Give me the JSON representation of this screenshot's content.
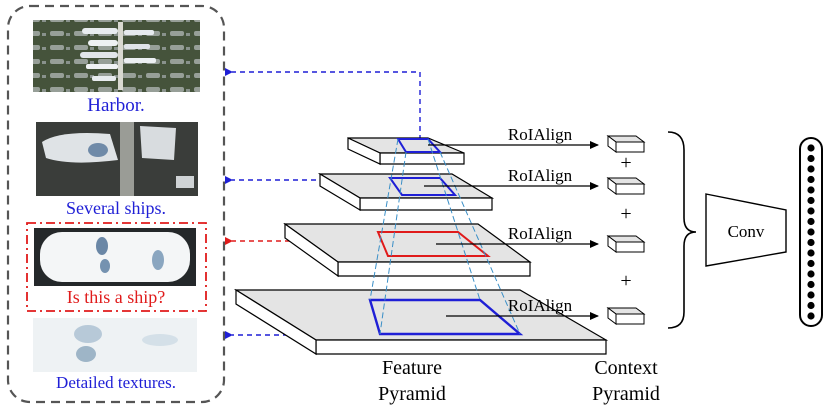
{
  "colors": {
    "blue": "#1f1fd6",
    "red": "#e01b1b",
    "dashed_border": "#555555",
    "plate_top": "#e4e4e4",
    "plate_side": "#ffffff",
    "guide": "#3a8fc7"
  },
  "captions": {
    "harbor": "Harbor.",
    "several_ships": "Several ships.",
    "is_ship": "Is this a ship?",
    "textures": "Detailed textures."
  },
  "roi_labels": [
    "RoIAlign",
    "RoIAlign",
    "RoIAlign",
    "RoIAlign"
  ],
  "conv_label": "Conv",
  "feature_pyramid": {
    "line1": "Feature",
    "line2": "Pyramid"
  },
  "context_pyramid": {
    "line1": "Context",
    "line2": "Pyramid"
  },
  "plus_sign": "+"
}
